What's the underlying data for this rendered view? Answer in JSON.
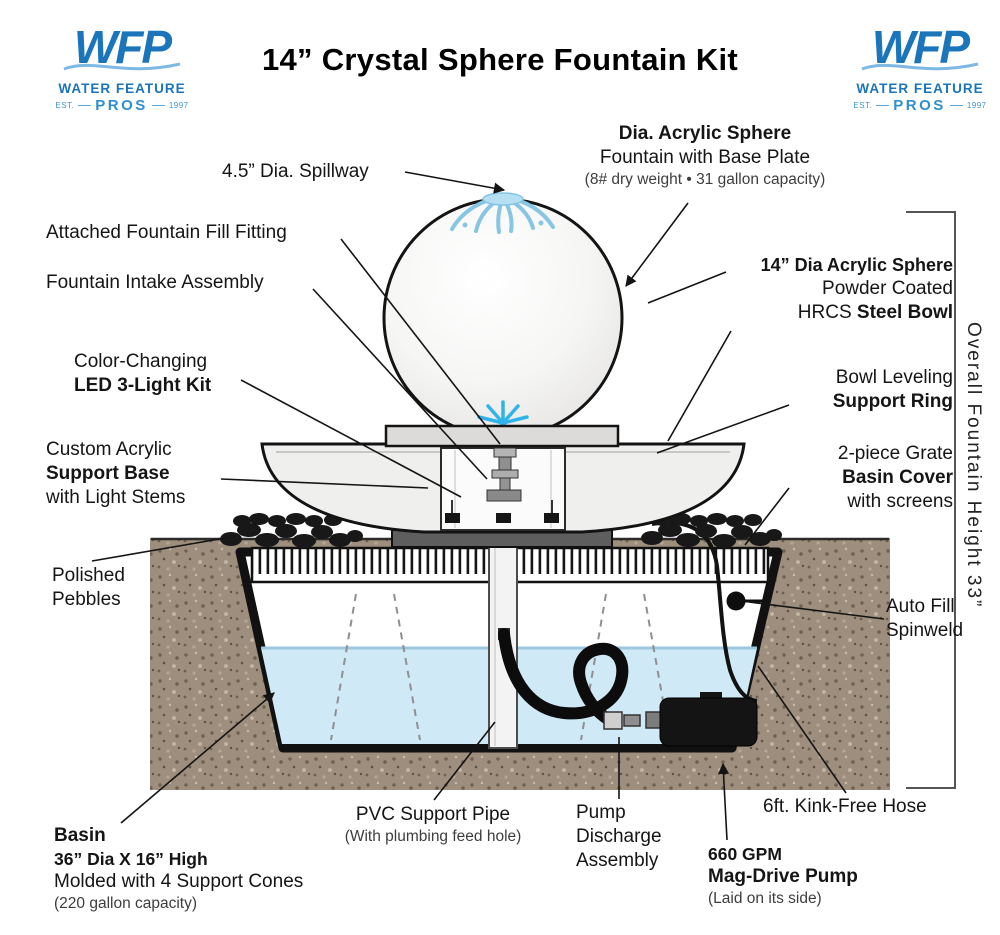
{
  "title": "14” Crystal Sphere Fountain Kit",
  "logo": {
    "acronym": "WFP",
    "name": "WATER FEATURE",
    "est": "EST.",
    "pros": "PROS",
    "year": "1997"
  },
  "labels": {
    "spillway": "4.5” Dia. Spillway",
    "sphere": {
      "l1": "Dia. Acrylic Sphere",
      "l2": "Fountain with Base Plate",
      "l3": "(8# dry weight • 31 gallon capacity)"
    },
    "fill_fitting": "Attached Fountain Fill Fitting",
    "intake": "Fountain Intake Assembly",
    "led": {
      "l1": "Color-Changing",
      "l2": "LED 3-Light Kit"
    },
    "support_base": {
      "l1": "Custom Acrylic",
      "l2": "Support Base",
      "l3": "with Light Stems"
    },
    "pebbles": {
      "l1": "Polished",
      "l2": "Pebbles"
    },
    "steel_bowl": {
      "l1": "14” Dia Acrylic Sphere",
      "l2": "Powder Coated",
      "l3a": "HRCS ",
      "l3b": "Steel Bowl"
    },
    "support_ring": {
      "l1": "Bowl Leveling",
      "l2": "Support Ring"
    },
    "basin_cover": {
      "l1": "2-piece Grate",
      "l2": "Basin Cover",
      "l3": "with screens"
    },
    "auto_fill": {
      "l1": "Auto Fill",
      "l2": "Spinweld"
    },
    "overall_height": "Overall Fountain Height 33”",
    "basin": {
      "l1": "Basin",
      "l2": "36” Dia X 16” High",
      "l3": "Molded with 4 Support Cones",
      "l4": "(220 gallon capacity)"
    },
    "pvc": {
      "l1": "PVC Support Pipe",
      "l2": "(With plumbing feed hole)"
    },
    "discharge": {
      "l1": "Pump",
      "l2": "Discharge",
      "l3": "Assembly"
    },
    "pump": {
      "l1": "660 GPM",
      "l2": "Mag-Drive Pump",
      "l3": "(Laid on its side)"
    },
    "hose": "6ft. Kink-Free Hose"
  },
  "colors": {
    "logo_blue": "#1b75bb",
    "logo_light_blue": "#59a7dd",
    "water": "#cfe9f6",
    "dirt": "#9e8e7d",
    "spray": "#86c6e4",
    "led_glow": "#2fb3e9"
  }
}
